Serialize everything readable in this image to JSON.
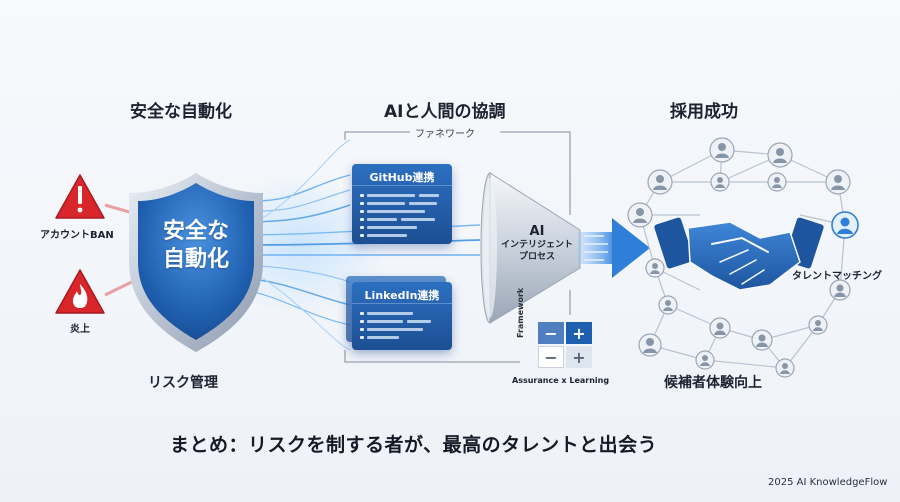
{
  "sections": {
    "left_title": "安全な自動化",
    "middle_title": "AIと人間の協調",
    "right_title": "採用成功"
  },
  "left": {
    "warning1_label": "アカウントBAN",
    "warning2_label": "炎上",
    "shield_line1": "安全な",
    "shield_line2": "自動化",
    "caption": "リスク管理"
  },
  "middle": {
    "frame_label": "ファネワーク",
    "panel1_title": "GitHub連携",
    "panel2_title": "LinkedIn連携",
    "funnel_line1": "AI",
    "funnel_line2": "インテリジェント",
    "funnel_line3": "プロセス",
    "framework_vertical": "Framework",
    "grid_minus": "−",
    "grid_plus": "+",
    "grid_caption": "Assurance x Learning"
  },
  "right": {
    "matching_label": "タレントマッチング",
    "caption": "候補者体験向上"
  },
  "summary": "まとめ：リスクを制する者が、最高のタレントと出会う",
  "footer": "2025 AI KnowledgeFlow",
  "colors": {
    "primary_blue": "#1f5fb0",
    "warning_red": "#d8262b",
    "accent_blue": "#4a9be8"
  }
}
